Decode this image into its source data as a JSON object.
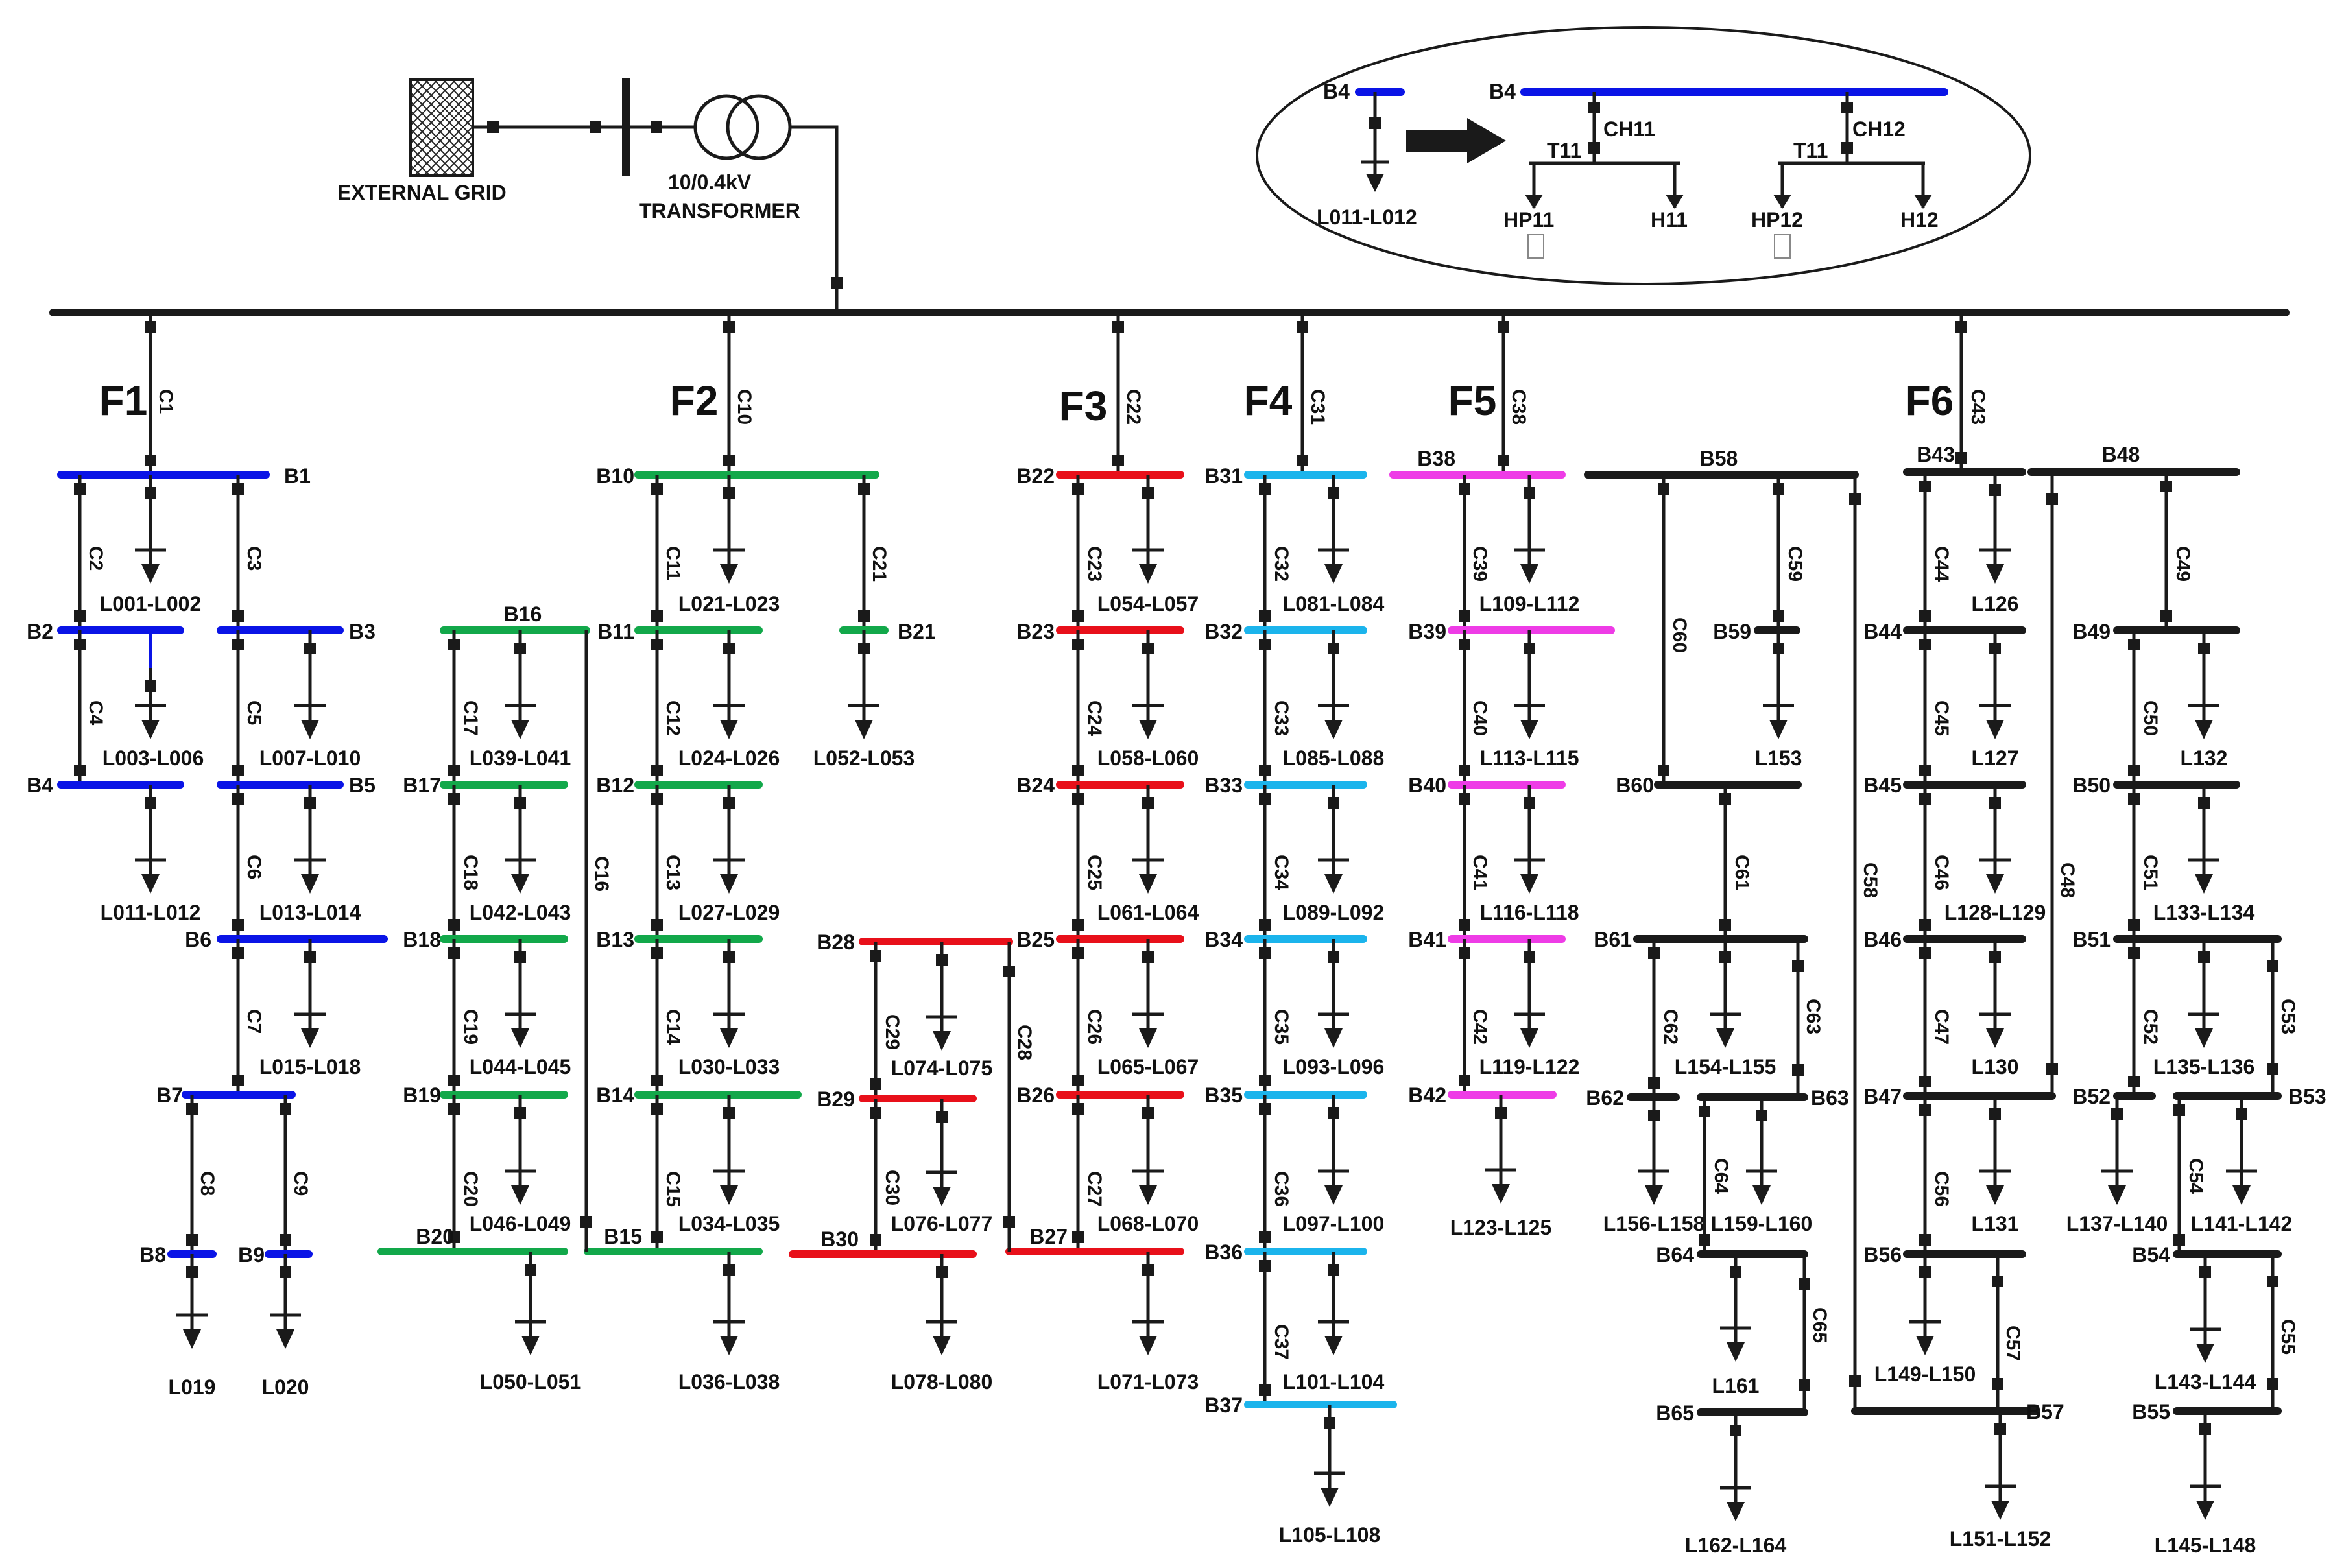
{
  "grid": {
    "label": "EXTERNAL GRID"
  },
  "transformer": {
    "line1": "10/0.4kV",
    "line2": "TRANSFORMER"
  },
  "colors": {
    "F1": "#0a14e6",
    "F2": "#12a84a",
    "F3": "#e8101a",
    "F4": "#1bb4ec",
    "F5": "#ee3ce6",
    "F6": "#1a1a1a",
    "wire": "#1a1a1a"
  },
  "feeders": [
    {
      "label": "F1",
      "color": "#0a14e6"
    },
    {
      "label": "F2",
      "color": "#12a84a"
    },
    {
      "label": "F3",
      "color": "#e8101a"
    },
    {
      "label": "F4",
      "color": "#1bb4ec"
    },
    {
      "label": "F5",
      "color": "#ee3ce6"
    },
    {
      "label": "F6",
      "color": "#1a1a1a"
    }
  ],
  "inset": {
    "bus_left": "B4",
    "bus_right": "B4",
    "load_left": "L011-L012",
    "ch1": "CH11",
    "ch2": "CH12",
    "t1": "T11",
    "t2": "T11",
    "hp1": "HP11",
    "h1": "H11",
    "hp2": "HP12",
    "h2": "H12"
  },
  "buses": [
    "B1",
    "B2",
    "B3",
    "B4",
    "B5",
    "B6",
    "B7",
    "B8",
    "B9",
    "B10",
    "B11",
    "B12",
    "B13",
    "B14",
    "B15",
    "B16",
    "B17",
    "B18",
    "B19",
    "B20",
    "B21",
    "B22",
    "B23",
    "B24",
    "B25",
    "B26",
    "B27",
    "B28",
    "B29",
    "B30",
    "B31",
    "B32",
    "B33",
    "B34",
    "B35",
    "B36",
    "B37",
    "B38",
    "B39",
    "B40",
    "B41",
    "B42",
    "B43",
    "B44",
    "B45",
    "B46",
    "B47",
    "B48",
    "B49",
    "B50",
    "B51",
    "B52",
    "B53",
    "B54",
    "B55",
    "B56",
    "B57",
    "B58",
    "B59",
    "B60",
    "B61",
    "B62",
    "B63",
    "B64",
    "B65"
  ],
  "cables": [
    "C1",
    "C2",
    "C3",
    "C4",
    "C5",
    "C6",
    "C7",
    "C8",
    "C9",
    "C10",
    "C11",
    "C12",
    "C13",
    "C14",
    "C15",
    "C16",
    "C17",
    "C18",
    "C19",
    "C20",
    "C21",
    "C22",
    "C23",
    "C24",
    "C25",
    "C26",
    "C27",
    "C28",
    "C29",
    "C30",
    "C31",
    "C32",
    "C33",
    "C34",
    "C35",
    "C36",
    "C37",
    "C38",
    "C39",
    "C40",
    "C41",
    "C42",
    "C43",
    "C44",
    "C45",
    "C46",
    "C47",
    "C48",
    "C49",
    "C50",
    "C51",
    "C52",
    "C53",
    "C54",
    "C55",
    "C56",
    "C57",
    "C58",
    "C59",
    "C60",
    "C61",
    "C62",
    "C63",
    "C64",
    "C65"
  ],
  "loads": [
    "L001-L002",
    "L003-L006",
    "L007-L010",
    "L011-L012",
    "L013-L014",
    "L015-L018",
    "L019",
    "L020",
    "L021-L023",
    "L024-L026",
    "L027-L029",
    "L030-L033",
    "L034-L035",
    "L036-L038",
    "L039-L041",
    "L042-L043",
    "L044-L045",
    "L046-L049",
    "L050-L051",
    "L052-L053",
    "L054-L057",
    "L058-L060",
    "L061-L064",
    "L065-L067",
    "L068-L070",
    "L071-L073",
    "L074-L075",
    "L076-L077",
    "L078-L080",
    "L081-L084",
    "L085-L088",
    "L089-L092",
    "L093-L096",
    "L097-L100",
    "L101-L104",
    "L105-L108",
    "L109-L112",
    "L113-L115",
    "L116-L118",
    "L119-L122",
    "L123-L125",
    "L126",
    "L127",
    "L128-L129",
    "L130",
    "L131",
    "L132",
    "L133-L134",
    "L135-L136",
    "L137-L140",
    "L141-L142",
    "L143-L144",
    "L145-L148",
    "L149-L150",
    "L151-L152",
    "L153",
    "L154-L155",
    "L156-L158",
    "L159-L160",
    "L161",
    "L162-L164"
  ]
}
